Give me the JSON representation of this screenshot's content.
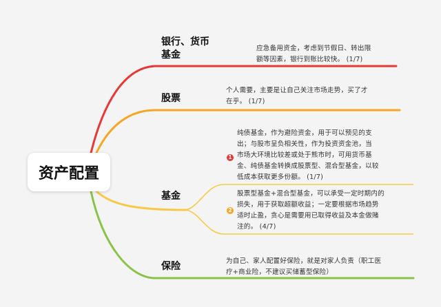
{
  "root": {
    "label": "资产配置"
  },
  "branches": [
    {
      "id": "bank",
      "label_line1": "银行、货币",
      "label_line2": "基金",
      "color": "#e53935",
      "notes": [
        {
          "lines": [
            "应急备用资金，考虑到节假日、转出限",
            "额等因素，银行到账比较快。 (1/7)"
          ]
        }
      ]
    },
    {
      "id": "stock",
      "label": "股票",
      "color": "#f5a623",
      "notes": [
        {
          "lines": [
            "个人需要，主要是让自己关注市场走势，买了才",
            "在乎。 (1/7)"
          ]
        }
      ]
    },
    {
      "id": "fund",
      "label": "基金",
      "color": "#f7c948",
      "notes": [
        {
          "marker": "1",
          "marker_color": "#e53935",
          "lines": [
            "纯债基金，作为避险资金，用于可以预见的支",
            "出；与股市呈负相关性，作为投资资金池，当",
            "市场大环境比较差或处于熊市时，可用货币基",
            "金、纯债基金转换成股票型、混合型基金，以较",
            "低成本获取更多份额。 (1/7)"
          ]
        },
        {
          "marker": "2",
          "marker_color": "#f5a623",
          "lines": [
            "股票型基金+混合型基金，可以承受一定时期内的",
            "损失，用于获取超额收益；一定要根据市场趋势",
            "适时止盈，贪心是需要用已取得收益及本金做赌",
            "注的。 (4/7)"
          ]
        }
      ]
    },
    {
      "id": "insurance",
      "label": "保险",
      "color": "#8bc34a",
      "notes": [
        {
          "lines": [
            "为自己、家人配置好保险，就是对家人负责（职工医",
            "疗+商业险，不建议买储蓄型保险）"
          ]
        }
      ]
    }
  ]
}
